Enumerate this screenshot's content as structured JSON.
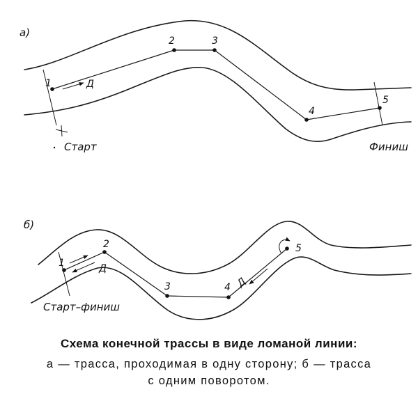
{
  "diagram_a": {
    "label": "а)",
    "point_labels": [
      "1",
      "2",
      "3",
      "4",
      "5"
    ],
    "direction_label": "Д",
    "start_label": "Старт",
    "finish_label": "Финиш"
  },
  "diagram_b": {
    "label": "б)",
    "point_labels": [
      "1",
      "2",
      "3",
      "4",
      "5"
    ],
    "direction_labels": [
      "Д",
      "Д"
    ],
    "start_finish_label": "Старт–финиш"
  },
  "caption": {
    "title": "Схема конечной трассы в виде ломаной линии:",
    "line1": "а — трасса, проходимая в одну сторону; б — трасса",
    "line2": "с одним поворотом."
  },
  "colors": {
    "ink": "#111111",
    "background": "#ffffff"
  }
}
